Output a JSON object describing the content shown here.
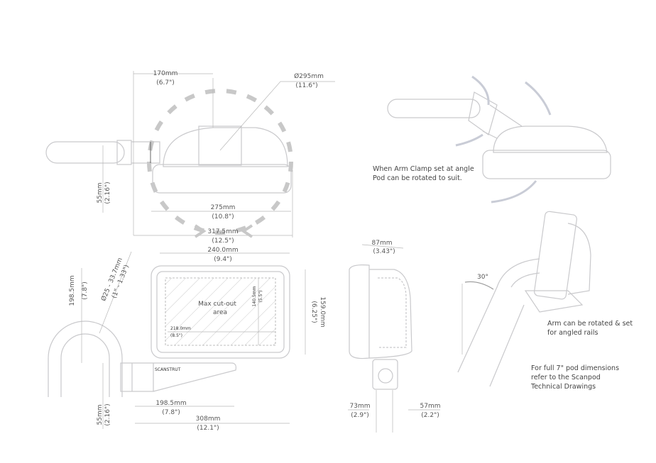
{
  "top_view": {
    "arm_offset": "170mm",
    "arm_offset_in": "(6.7\")",
    "rotation_diameter": "Ø295mm",
    "rotation_diameter_in": "(11.6\")",
    "clamp_height": "55mm",
    "clamp_height_in": "(2.16\")",
    "pod_width": "275mm",
    "pod_width_in": "(10.8\")",
    "overall_width": "317.5mm",
    "overall_width_in": "(12.5\")"
  },
  "front_view": {
    "pod_width": "240.0mm",
    "pod_width_in": "(9.4\")",
    "pod_height": "159.0mm",
    "pod_height_in": "(6.25\")",
    "cutout_label_1": "Max cut-out",
    "cutout_label_2": "area",
    "cutout_height": "140.5mm",
    "cutout_height_in": "(5.5\")",
    "cutout_width": "218.0mm",
    "cutout_width_in": "(8.5\")",
    "rail_height": "198.5mm",
    "rail_height_in": "(7.8\")",
    "rail_diameter": "Ø25 - 33.7mm",
    "rail_diameter_in": "(1\" - 1.33\")",
    "clamp_height": "55mm",
    "clamp_height_in": "(2.16\")",
    "arm_length": "198.5mm",
    "arm_length_in": "(7.8\")",
    "overall_length": "308mm",
    "overall_length_in": "(12.1\")",
    "brand_mark": "SCANSTRUT"
  },
  "side_view": {
    "depth": "87mm",
    "depth_in": "(3.43\")",
    "front_offset": "73mm",
    "front_offset_in": "(2.9\")",
    "rear_offset": "57mm",
    "rear_offset_in": "(2.2\")"
  },
  "angle_view": {
    "note_1": "When Arm Clamp set at angle",
    "note_2": "Pod can be rotated to suit."
  },
  "rail_view": {
    "angle": "30°",
    "note_1": "Arm can be rotated & set",
    "note_2": "for angled rails",
    "ref_1": "For full 7\" pod dimensions",
    "ref_2": "refer to the Scanpod",
    "ref_3": "Technical Drawings"
  }
}
